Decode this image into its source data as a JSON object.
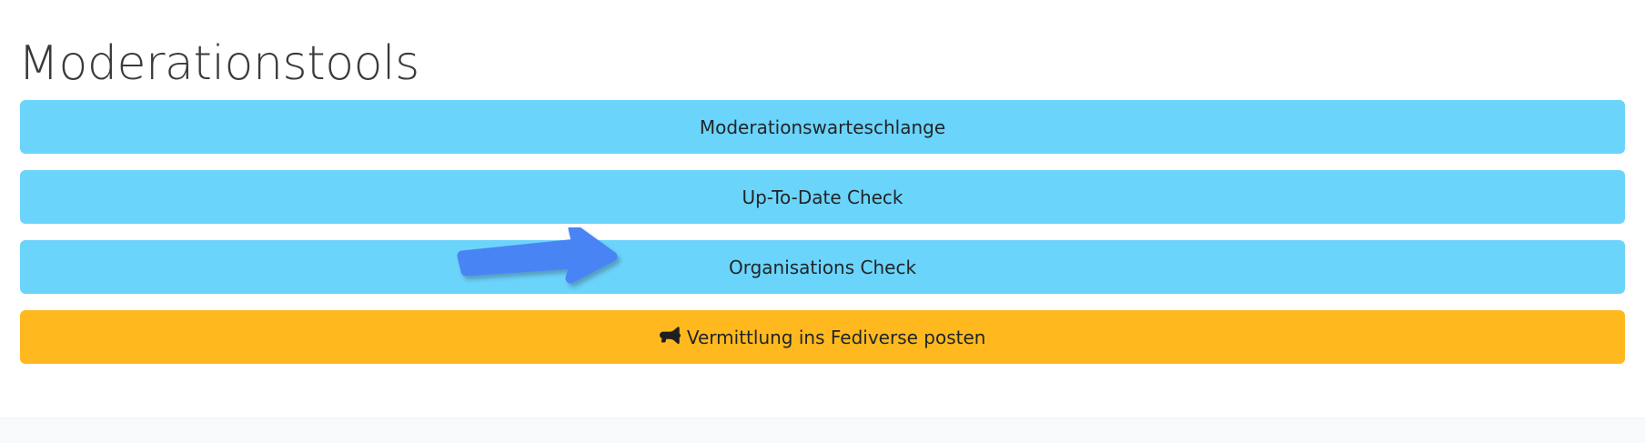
{
  "page": {
    "title": "Moderationstools",
    "background_color": "#ffffff",
    "title_color": "#3a3a3c"
  },
  "colors": {
    "button_info": "#6bd4fb",
    "button_warning": "#ffb91e",
    "button_text": "#212529",
    "annotation_arrow": "#4a84f5",
    "footer_strip": "#f8f9fa"
  },
  "buttons": [
    {
      "label": "Moderationswarteschlange",
      "variant": "info",
      "icon": null
    },
    {
      "label": "Up-To-Date Check",
      "variant": "info",
      "icon": null
    },
    {
      "label": "Organisations Check",
      "variant": "info",
      "icon": null
    },
    {
      "label": "Vermittlung ins Fediverse posten",
      "variant": "warning",
      "icon": "megaphone-icon"
    }
  ],
  "annotation": {
    "type": "arrow",
    "direction": "right",
    "points_at": "Organisations Check",
    "color": "#4a84f5"
  }
}
